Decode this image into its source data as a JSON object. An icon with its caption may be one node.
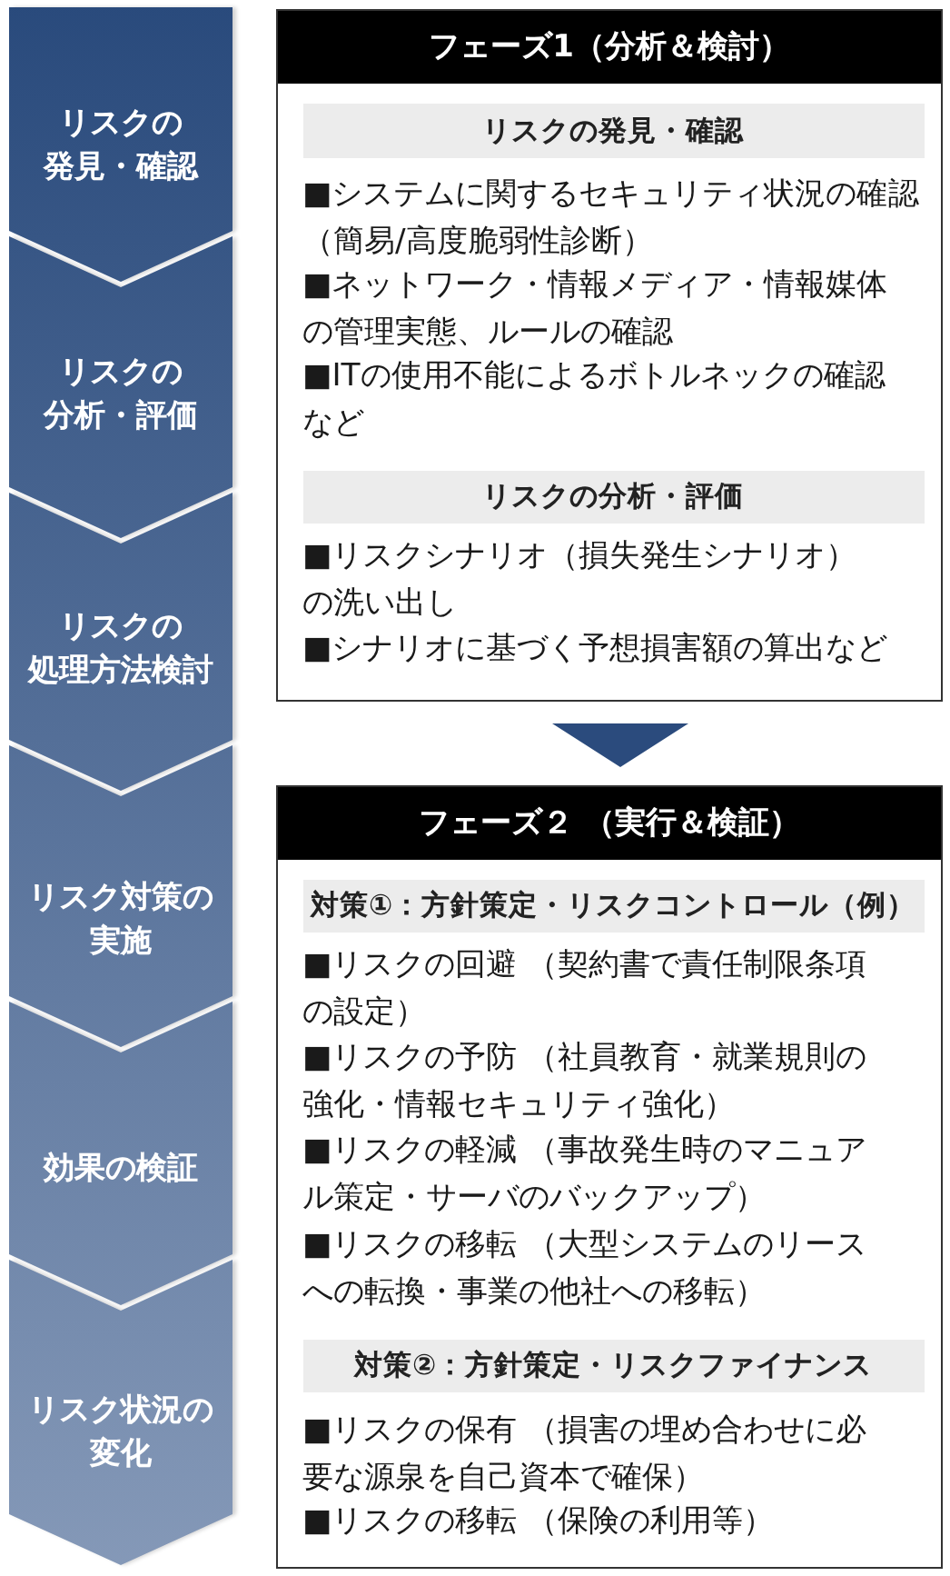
{
  "diagram": {
    "nodes": [
      {
        "text": [
          "リスクの発見・確認"
        ]
      },
      {
        "text": [
          "リスクの分析・評価"
        ]
      },
      {
        "text": [
          "リスクの処理方法検討"
        ]
      },
      {
        "text": [
          "リスク対策の実施"
        ]
      },
      {
        "text": [
          "効果の検証"
        ]
      },
      {
        "text": [
          "リスク状況の変化"
        ]
      },
      {
        "text": [
          "フェーズ1（分析＆検討）",
          "■システムに関するセキュリティ状況の確認（簡易/高度脆弱性診断）",
          "■ネットワーク・情報メディア・情報媒体の管理実態、ルールの確認",
          "■ITの使用不能によるボトルネックの確認など",
          "■リスクシナリオ（損失発生シナリオ）の洗い出し",
          "■シナリオに基づく予想損害額の算出など"
        ]
      },
      {
        "text": [
          "リスクの発見・確認"
        ],
        "in": 6
      },
      {
        "text": [
          "リスクの分析・評価"
        ],
        "in": 6
      },
      {
        "text": [
          "フェーズ２ （実行＆検証）",
          "■リスクの回避 （契約書で責任制限条項の設定）",
          "■リスクの予防 （社員教育・就業規則の強化・情報セキュリティ強化）",
          "■リスクの軽減 （事故発生時のマニュアル策定・サーバのバックアップ）",
          "■リスクの移転 （大型システムのリースへの転換・事業の他社への移転）",
          "■リスクの保有 （損害の埋め合わせに必要な源泉を自己資本で確保）",
          "■リスクの移転 （保険の利用等）"
        ]
      },
      {
        "text": [
          "対策①：方針策定・リスクコントロール（例）"
        ],
        "in": 9
      },
      {
        "text": [
          "対策②：方針策定・リスクファイナンス"
        ],
        "in": 9
      }
    ],
    "edges": [
      {
        "from": 6,
        "to": 9,
        "arrow": "to"
      }
    ]
  }
}
